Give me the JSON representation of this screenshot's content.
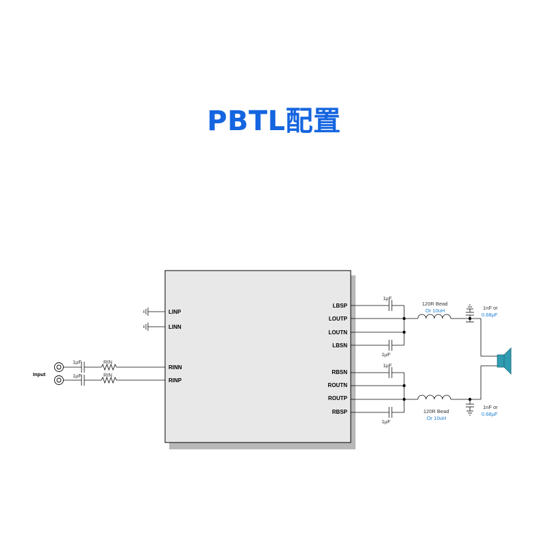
{
  "title": "PBTL配置",
  "chip": {
    "left_pins": [
      "LINP",
      "LINN",
      "RINN",
      "RINP"
    ],
    "right_pins": [
      "LBSP",
      "LOUTP",
      "LOUTN",
      "LBSN",
      "RBSN",
      "ROUTN",
      "ROUTP",
      "RBSP"
    ]
  },
  "input_label": "Input",
  "labels": {
    "cap_1uf_in_top": "1μF",
    "cap_1uf_in_bot": "1μF",
    "rin_top": "RIN",
    "rin_bot": "RIN",
    "cap_lbsp": "1μF",
    "cap_lbsn": "1μF",
    "cap_rbsn": "1μF",
    "cap_rbsp": "1μF",
    "bead_top_1": "120R Bead",
    "bead_top_2": "Or 10uH",
    "bead_bot_1": "120R Bead",
    "bead_bot_2": "Or 10uH",
    "filt_top_1": "1nF or",
    "filt_top_2": "0.68μF",
    "filt_bot_1": "1nF or",
    "filt_bot_2": "0.68μF"
  },
  "colors": {
    "title": "#1565e0",
    "chip_fill": "#e8e8e8",
    "chip_shadow": "#b8b8b8",
    "speaker": "#2e9bb0",
    "highlight_text": "#1a7fd4"
  }
}
